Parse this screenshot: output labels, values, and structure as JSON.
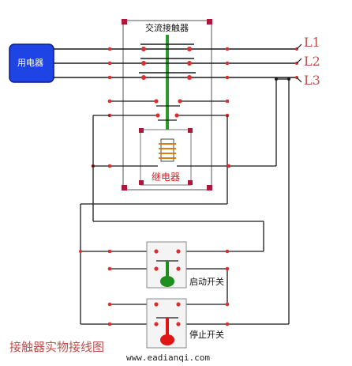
{
  "labels": {
    "contactor_title": "交流接触器",
    "device": "用电器",
    "relay": "继电器",
    "start_switch": "启动开关",
    "stop_switch": "停止开关",
    "caption": "接触器实物接线图",
    "website": "www.eadianqi.com"
  },
  "lines": [
    "L1",
    "L2",
    "L3"
  ],
  "colors": {
    "wire": "#1a1a1a",
    "terminal": "#d83030",
    "device_fill": "#1e44e6",
    "armature": "#2e9a2e",
    "start_button": "#1f8f1f",
    "stop_button": "#e01515",
    "panel_border": "#555555",
    "corner": "#b0163c",
    "label_red": "#c0504d"
  },
  "icons": [
    "contactor-icon",
    "relay-coil-icon",
    "start-button-icon",
    "stop-button-icon"
  ]
}
